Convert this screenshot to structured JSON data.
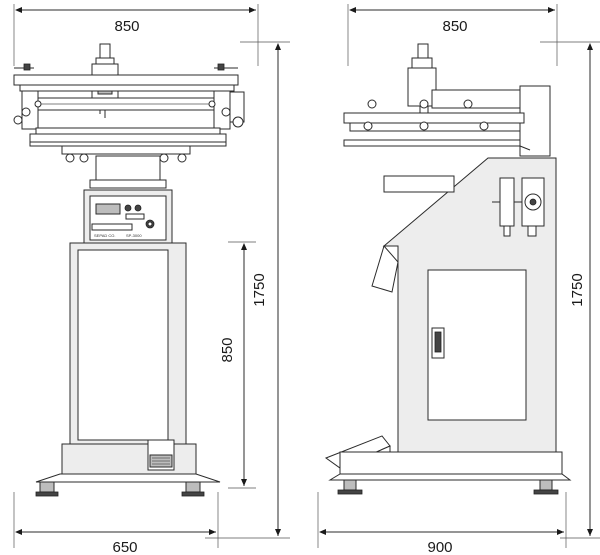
{
  "dimensions": {
    "front_top_width": "850",
    "front_bottom_width": "650",
    "front_total_height": "1750",
    "front_cabinet_height": "850",
    "side_top_width": "850",
    "side_bottom_width": "900",
    "side_total_height": "1750"
  },
  "panel": {
    "model_label": "SP-3000",
    "brand_label": "SEPAD CO."
  }
}
